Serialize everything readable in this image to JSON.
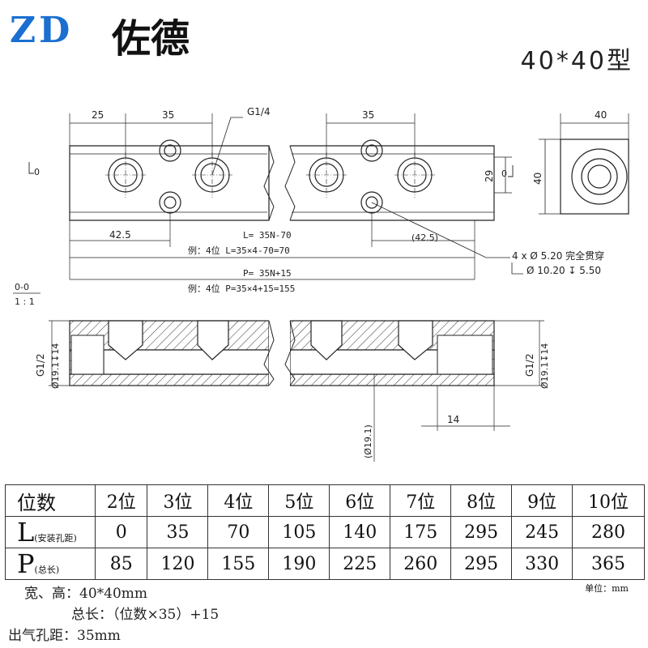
{
  "header": {
    "brand_en": "ZD",
    "brand_cn": "佐德",
    "model": "40*40型"
  },
  "drawing": {
    "top_dims": {
      "d25": "25",
      "d35_left": "35",
      "g14": "G1/4",
      "d35_right": "35"
    },
    "zero_left": "0",
    "zero_right": "0",
    "side_dims": {
      "d29": "29",
      "d40_height": "40",
      "d40_width": "40"
    },
    "bottom_dims": {
      "d42_5_left": "42.5",
      "d42_5_right": "(42.5)"
    },
    "l_formula": "L= 35N-70",
    "l_example": "例：4位  L=35×4-70=70",
    "hole_spec_1": "4 x Ø 5.20 完全贯穿",
    "hole_spec_2": "Ø 10.20 ↧ 5.50",
    "p_formula": "P= 35N+15",
    "p_example": "例：4位  P=35×4+15=155",
    "scale_top": "0-0",
    "scale_bottom": "1 : 1",
    "section_left_g": "G1/2",
    "section_left_d": "Ø19.1↧14",
    "section_right_g": "G1/2",
    "section_right_d": "Ø19.1↧14",
    "section_d191": "(Ø19.1)",
    "section_d14": "14"
  },
  "table": {
    "header": [
      "位数",
      "2位",
      "3位",
      "4位",
      "5位",
      "6位",
      "7位",
      "8位",
      "9位",
      "10位"
    ],
    "l_row": {
      "label_big": "L",
      "label_small": "(安装孔距)",
      "values": [
        "0",
        "35",
        "70",
        "105",
        "140",
        "175",
        "295",
        "245",
        "280"
      ]
    },
    "p_row": {
      "label_big": "P",
      "label_small": "(总长)",
      "values": [
        "85",
        "120",
        "155",
        "190",
        "225",
        "260",
        "295",
        "330",
        "365"
      ]
    }
  },
  "unit_label": "单位：mm",
  "notes": {
    "size": "宽、高：40*40mm",
    "total_length": "总长：（位数×35）+15",
    "outlet_pitch": "出气孔距：35mm"
  }
}
